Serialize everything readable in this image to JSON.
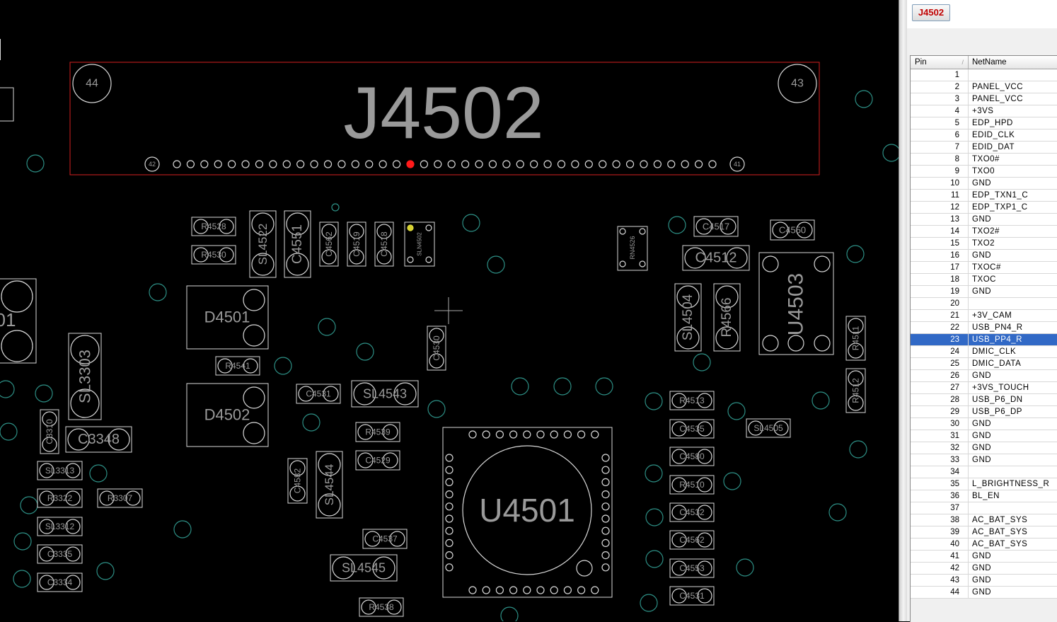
{
  "connector": {
    "name": "J4502",
    "pin_label_left_top": "44",
    "pin_label_right_top": "43",
    "pin_label_left_bottom": "42",
    "pin_label_right_bottom": "41",
    "highlighted_pin": 23
  },
  "components": [
    {
      "ref": "R4528"
    },
    {
      "ref": "R4530"
    },
    {
      "ref": "SL4522"
    },
    {
      "ref": "C4551"
    },
    {
      "ref": "C4562"
    },
    {
      "ref": "C4519"
    },
    {
      "ref": "C4518"
    },
    {
      "ref": "SLN4502"
    },
    {
      "ref": "RN4526"
    },
    {
      "ref": "C4517"
    },
    {
      "ref": "C4550"
    },
    {
      "ref": "C4512"
    },
    {
      "ref": "U4503"
    },
    {
      "ref": "SL4504"
    },
    {
      "ref": "R4566"
    },
    {
      "ref": "R4511"
    },
    {
      "ref": "R4512"
    },
    {
      "ref": "D4501"
    },
    {
      "ref": "D4502"
    },
    {
      "ref": "R4541"
    },
    {
      "ref": "C4530"
    },
    {
      "ref": "C4531"
    },
    {
      "ref": "SL4543"
    },
    {
      "ref": "SL3303"
    },
    {
      "ref": "C3348"
    },
    {
      "ref": "C3310"
    },
    {
      "ref": "SL3313"
    },
    {
      "ref": "R3322"
    },
    {
      "ref": "R3307"
    },
    {
      "ref": "SL3312"
    },
    {
      "ref": "C3335"
    },
    {
      "ref": "C3334"
    },
    {
      "ref": "R4539"
    },
    {
      "ref": "C4529"
    },
    {
      "ref": "C4582"
    },
    {
      "ref": "SL4544"
    },
    {
      "ref": "C4537"
    },
    {
      "ref": "SL4545"
    },
    {
      "ref": "R4538"
    },
    {
      "ref": "U4501"
    },
    {
      "ref": "R4513"
    },
    {
      "ref": "C4535"
    },
    {
      "ref": "C4580"
    },
    {
      "ref": "R4510"
    },
    {
      "ref": "C4532"
    },
    {
      "ref": "C4562"
    },
    {
      "ref": "C4553"
    },
    {
      "ref": "C4531"
    },
    {
      "ref": "SL4505"
    },
    {
      "ref": "01"
    }
  ],
  "panel": {
    "part_button": "J4502",
    "col_pin": "Pin",
    "col_net": "NetName",
    "sort_indicator": "/",
    "selected_pin": 23,
    "rows": [
      {
        "pin": "1",
        "net": ""
      },
      {
        "pin": "2",
        "net": "PANEL_VCC"
      },
      {
        "pin": "3",
        "net": "PANEL_VCC"
      },
      {
        "pin": "4",
        "net": "+3VS"
      },
      {
        "pin": "5",
        "net": "EDP_HPD"
      },
      {
        "pin": "6",
        "net": "EDID_CLK"
      },
      {
        "pin": "7",
        "net": "EDID_DAT"
      },
      {
        "pin": "8",
        "net": "TXO0#"
      },
      {
        "pin": "9",
        "net": "TXO0"
      },
      {
        "pin": "10",
        "net": "GND"
      },
      {
        "pin": "11",
        "net": "EDP_TXN1_C"
      },
      {
        "pin": "12",
        "net": "EDP_TXP1_C"
      },
      {
        "pin": "13",
        "net": "GND"
      },
      {
        "pin": "14",
        "net": "TXO2#"
      },
      {
        "pin": "15",
        "net": "TXO2"
      },
      {
        "pin": "16",
        "net": "GND"
      },
      {
        "pin": "17",
        "net": "TXOC#"
      },
      {
        "pin": "18",
        "net": "TXOC"
      },
      {
        "pin": "19",
        "net": "GND"
      },
      {
        "pin": "20",
        "net": ""
      },
      {
        "pin": "21",
        "net": "+3V_CAM"
      },
      {
        "pin": "22",
        "net": "USB_PN4_R"
      },
      {
        "pin": "23",
        "net": "USB_PP4_R"
      },
      {
        "pin": "24",
        "net": "DMIC_CLK"
      },
      {
        "pin": "25",
        "net": "DMIC_DATA"
      },
      {
        "pin": "26",
        "net": "GND"
      },
      {
        "pin": "27",
        "net": "+3VS_TOUCH"
      },
      {
        "pin": "28",
        "net": "USB_P6_DN"
      },
      {
        "pin": "29",
        "net": "USB_P6_DP"
      },
      {
        "pin": "30",
        "net": "GND"
      },
      {
        "pin": "31",
        "net": "GND"
      },
      {
        "pin": "32",
        "net": "GND"
      },
      {
        "pin": "33",
        "net": "GND"
      },
      {
        "pin": "34",
        "net": ""
      },
      {
        "pin": "35",
        "net": "L_BRIGHTNESS_R"
      },
      {
        "pin": "36",
        "net": "BL_EN"
      },
      {
        "pin": "37",
        "net": ""
      },
      {
        "pin": "38",
        "net": "AC_BAT_SYS"
      },
      {
        "pin": "39",
        "net": "AC_BAT_SYS"
      },
      {
        "pin": "40",
        "net": "AC_BAT_SYS"
      },
      {
        "pin": "41",
        "net": "GND"
      },
      {
        "pin": "42",
        "net": "GND"
      },
      {
        "pin": "43",
        "net": "GND"
      },
      {
        "pin": "44",
        "net": "GND"
      }
    ]
  },
  "colors": {
    "background": "#000000",
    "outline": "#d8d8d8",
    "label": "#9a9a9a",
    "via": "#2d8f85",
    "connector_outline": "#d42020",
    "highlight_pin": "#ff1a1a",
    "selection": "#3169c6"
  }
}
